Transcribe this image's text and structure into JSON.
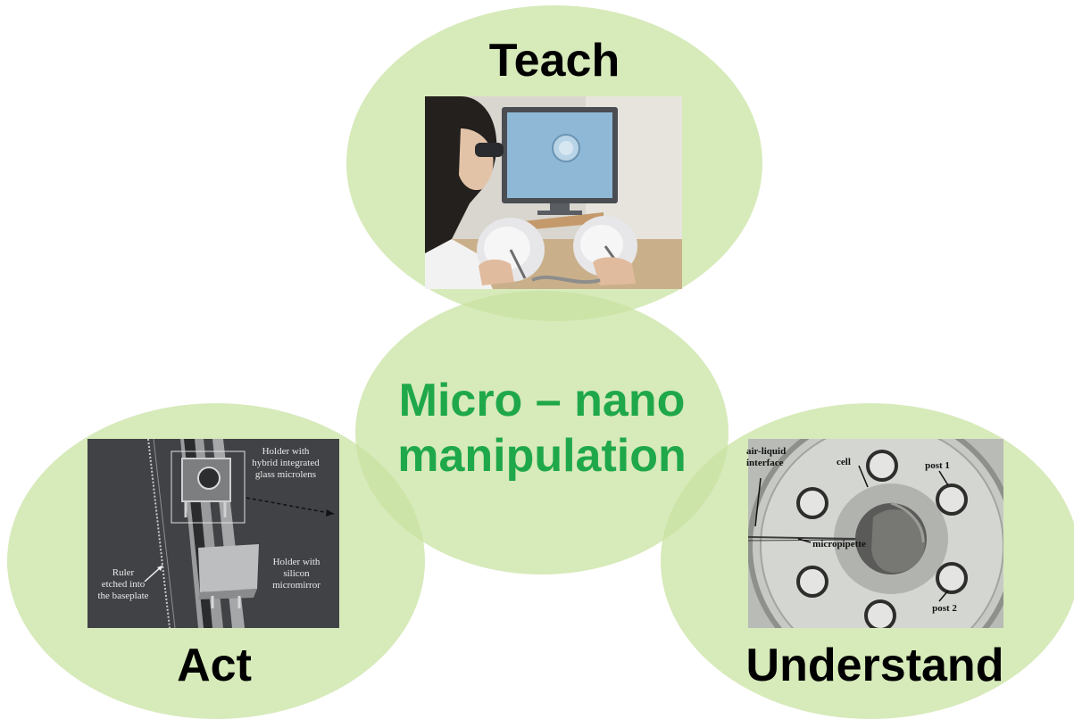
{
  "diagram": {
    "center_line1": "Micro – nano",
    "center_line2": "manipulation",
    "nodes": {
      "teach": {
        "label": "Teach"
      },
      "act": {
        "label": "Act",
        "annotations": {
          "holder_glass": "Holder with\nhybrid integrated\nglass microlens",
          "holder_mirror": "Holder with\nsilicon\nmicromirror",
          "ruler": "Ruler\netched into\nthe baseplate"
        }
      },
      "understand": {
        "label": "Understand",
        "annotations": {
          "interface": "air-liquid\ninterface",
          "cell": "cell",
          "post1": "post 1",
          "micropipette": "micropipette",
          "post2": "post 2"
        }
      }
    }
  },
  "colors": {
    "ellipse_fill": "#c8e2a0",
    "center_text": "#1fa84a",
    "label_text": "#000000"
  },
  "icons": [
    "haptic-teleoperation-photo",
    "microassembly-sem-photo",
    "cell-micropipette-photo"
  ]
}
